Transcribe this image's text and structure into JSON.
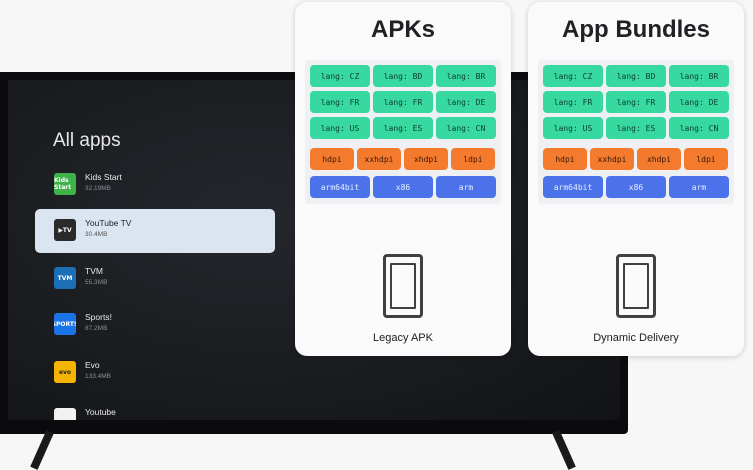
{
  "tv": {
    "title": "All apps",
    "apps": [
      {
        "name": "Kids Start",
        "size": "32.19MB",
        "icon_text": "Kids Start",
        "icon_color": "#3fb24a",
        "selected": false
      },
      {
        "name": "YouTube TV",
        "size": "30.4MB",
        "icon_text": "▶TV",
        "icon_color": "#2a2a2a",
        "selected": true
      },
      {
        "name": "TVM",
        "size": "55.3MB",
        "icon_text": "TVM",
        "icon_color": "#1b6fb4",
        "selected": false
      },
      {
        "name": "Sports!",
        "size": "87.2MB",
        "icon_text": "SPORTS",
        "icon_color": "#1a73e8",
        "selected": false
      },
      {
        "name": "Evo",
        "size": "133.4MB",
        "icon_text": "evo",
        "icon_color": "#f4b400",
        "selected": false
      },
      {
        "name": "Youtube",
        "size": "",
        "icon_text": "",
        "icon_color": "#f2f2f2",
        "selected": false
      }
    ]
  },
  "cards": [
    {
      "title": "APKs",
      "caption": "Legacy APK",
      "lang_chips": [
        "lang: CZ",
        "lang: BD",
        "lang: BR",
        "lang: FR",
        "lang: FR",
        "lang: DE",
        "lang: US",
        "lang: ES",
        "lang: CN"
      ],
      "dpi_chips": [
        "hdpi",
        "xxhdpi",
        "xhdpi",
        "ldpi"
      ],
      "abi_chips": [
        "arm64bit",
        "x86",
        "arm"
      ]
    },
    {
      "title": "App Bundles",
      "caption": "Dynamic Delivery",
      "lang_chips": [
        "lang: CZ",
        "lang: BD",
        "lang: BR",
        "lang: FR",
        "lang: FR",
        "lang: DE",
        "lang: US",
        "lang: ES",
        "lang: CN"
      ],
      "dpi_chips": [
        "hdpi",
        "xxhdpi",
        "xhdpi",
        "ldpi"
      ],
      "abi_chips": [
        "arm64bit",
        "x86",
        "arm"
      ]
    }
  ],
  "colors": {
    "lang": "#38d9a0",
    "dpi": "#f47b2e",
    "abi": "#4b72e8",
    "selection": "#dbe4f1"
  }
}
